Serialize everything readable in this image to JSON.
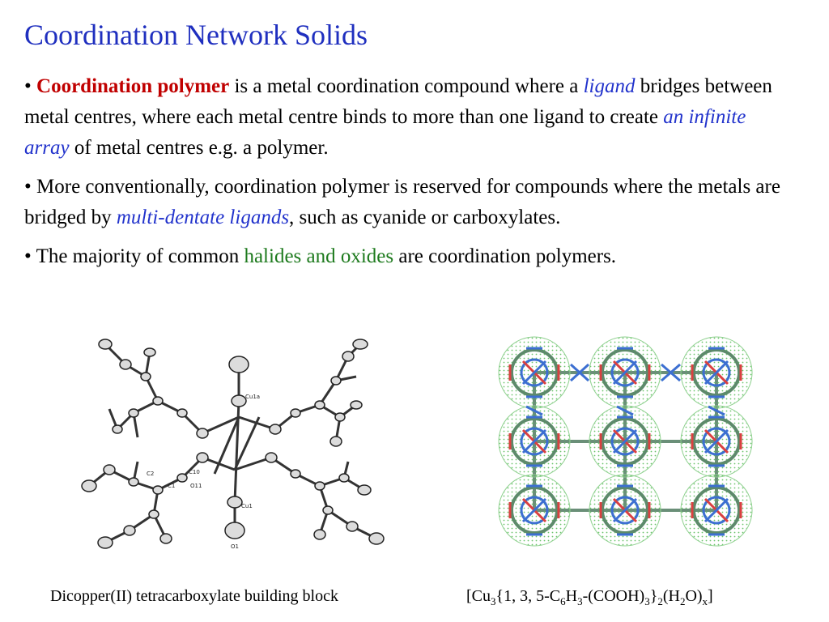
{
  "slide": {
    "title": "Coordination Network Solids",
    "bullets": {
      "b1": {
        "mark": "•",
        "term": "Coordination polymer",
        "t1": " is a metal coordination compound where a ",
        "ligand": "ligand",
        "t2": " bridges between metal centres, where each metal centre binds to more than one ligand to create ",
        "infinite": "an infinite array",
        "t3": " of metal centres e.g. a polymer."
      },
      "b2": {
        "mark": "•",
        "t1": " More conventionally, coordination polymer is reserved for compounds where the metals are bridged by ",
        "multi": "multi-dentate ligands",
        "t2": ", such as cyanide or carboxylates."
      },
      "b3": {
        "mark": "•",
        "t1": " The majority of common ",
        "halides": "halides and oxides",
        "t2": " are coordination polymers."
      }
    },
    "captions": {
      "left": "Dicopper(II) tetracarboxylate building block",
      "right": {
        "p1": "[Cu",
        "s1": "3",
        "p2": "{1, 3, 5-C",
        "s2": "6",
        "p3": "H",
        "s3": "3",
        "p4": "-(COOH)",
        "s4": "3",
        "p5": "}",
        "s5": "2",
        "p6": "(H",
        "s6": "2",
        "p7": "O)",
        "s7": "x",
        "p8": "]"
      }
    },
    "figure_labels": {
      "cu1a": "Cu1a",
      "cu1": "Cu1",
      "c10": "C10",
      "o11": "O11",
      "c2": "C2",
      "c1": "C1",
      "o1": "O1"
    }
  }
}
